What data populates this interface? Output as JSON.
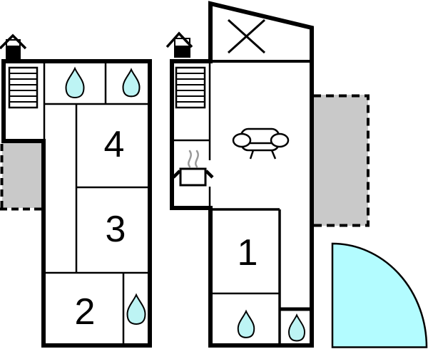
{
  "plan": {
    "type": "floor-plan",
    "rooms": [
      {
        "label": "4"
      },
      {
        "label": "3"
      },
      {
        "label": "2"
      },
      {
        "label": "1"
      }
    ],
    "icons": {
      "chimney": "house-chimney",
      "stairs": "staircase",
      "water_drop": "water-drop",
      "sofa": "sofa",
      "stove": "steaming-pot",
      "cross": "void-cross-out",
      "water_drop_count": 5,
      "chimney_count": 2,
      "stairs_count": 2
    },
    "colors": {
      "wall": "#000000",
      "water": "#bdf4f4",
      "patio": "#b3fcff",
      "terrace": "#c9c9c9",
      "steam": "#9a9a9a"
    }
  }
}
